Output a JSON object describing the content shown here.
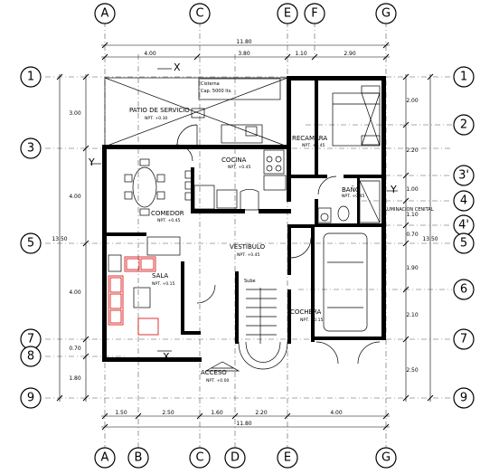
{
  "grid": {
    "top": [
      "A",
      "C",
      "E",
      "F",
      "G"
    ],
    "bottom": [
      "A",
      "B",
      "C",
      "D",
      "E",
      "G"
    ],
    "left": [
      "1",
      "3",
      "5",
      "7",
      "8",
      "9"
    ],
    "right": [
      "1",
      "2",
      "3'",
      "4",
      "4'",
      "5",
      "6",
      "7",
      "9"
    ]
  },
  "dimensions": {
    "top_total": "11.80",
    "top_parts": [
      "4.00",
      "3.80",
      "1.10",
      "2.90"
    ],
    "bottom_total": "11.80",
    "bottom_parts": [
      "1.50",
      "2.50",
      "1.60",
      "2.20",
      "4.00"
    ],
    "left_total": "13.50",
    "left_parts": [
      "3.00",
      "4.00",
      "4.00",
      "0.70",
      "1.80"
    ],
    "right_total": "13.50",
    "right_parts": [
      "2.00",
      "2.20",
      "1.00",
      "1.10",
      "0.70",
      "1.90",
      "2.10",
      "2.50"
    ]
  },
  "rooms": {
    "patio": {
      "name": "PATIO DE SERVICIO",
      "npt": "NPT. +0.30"
    },
    "cisterna": {
      "line1": "Cisterna",
      "line2": "Cap. 5000 lts."
    },
    "recamara": {
      "name": "RECAMARA",
      "npt": "NPT. +0.45"
    },
    "cocina": {
      "name": "COCINA",
      "npt": "NPT. +0.45"
    },
    "bano": {
      "name": "BAÑO",
      "npt": "NPT. +0.45"
    },
    "iluminacion": {
      "name": "ILUMINACION CENITAL"
    },
    "comedor": {
      "name": "COMEDOR",
      "npt": "NPT. +0.45"
    },
    "vestibulo": {
      "name": "VESTIBULO",
      "npt": "NPT. +0.45"
    },
    "sala": {
      "name": "SALA",
      "npt": "NPT. +0.15"
    },
    "cochera": {
      "name": "COCHERA",
      "npt": "NPT. +0.15"
    },
    "acceso": {
      "name": "ACCESO",
      "npt": "NPT. +0.00"
    }
  },
  "stair_label": "Sube",
  "sections": {
    "x_top": "X",
    "x_bottom": "X",
    "y_left": "Y",
    "y_right": "Y"
  }
}
